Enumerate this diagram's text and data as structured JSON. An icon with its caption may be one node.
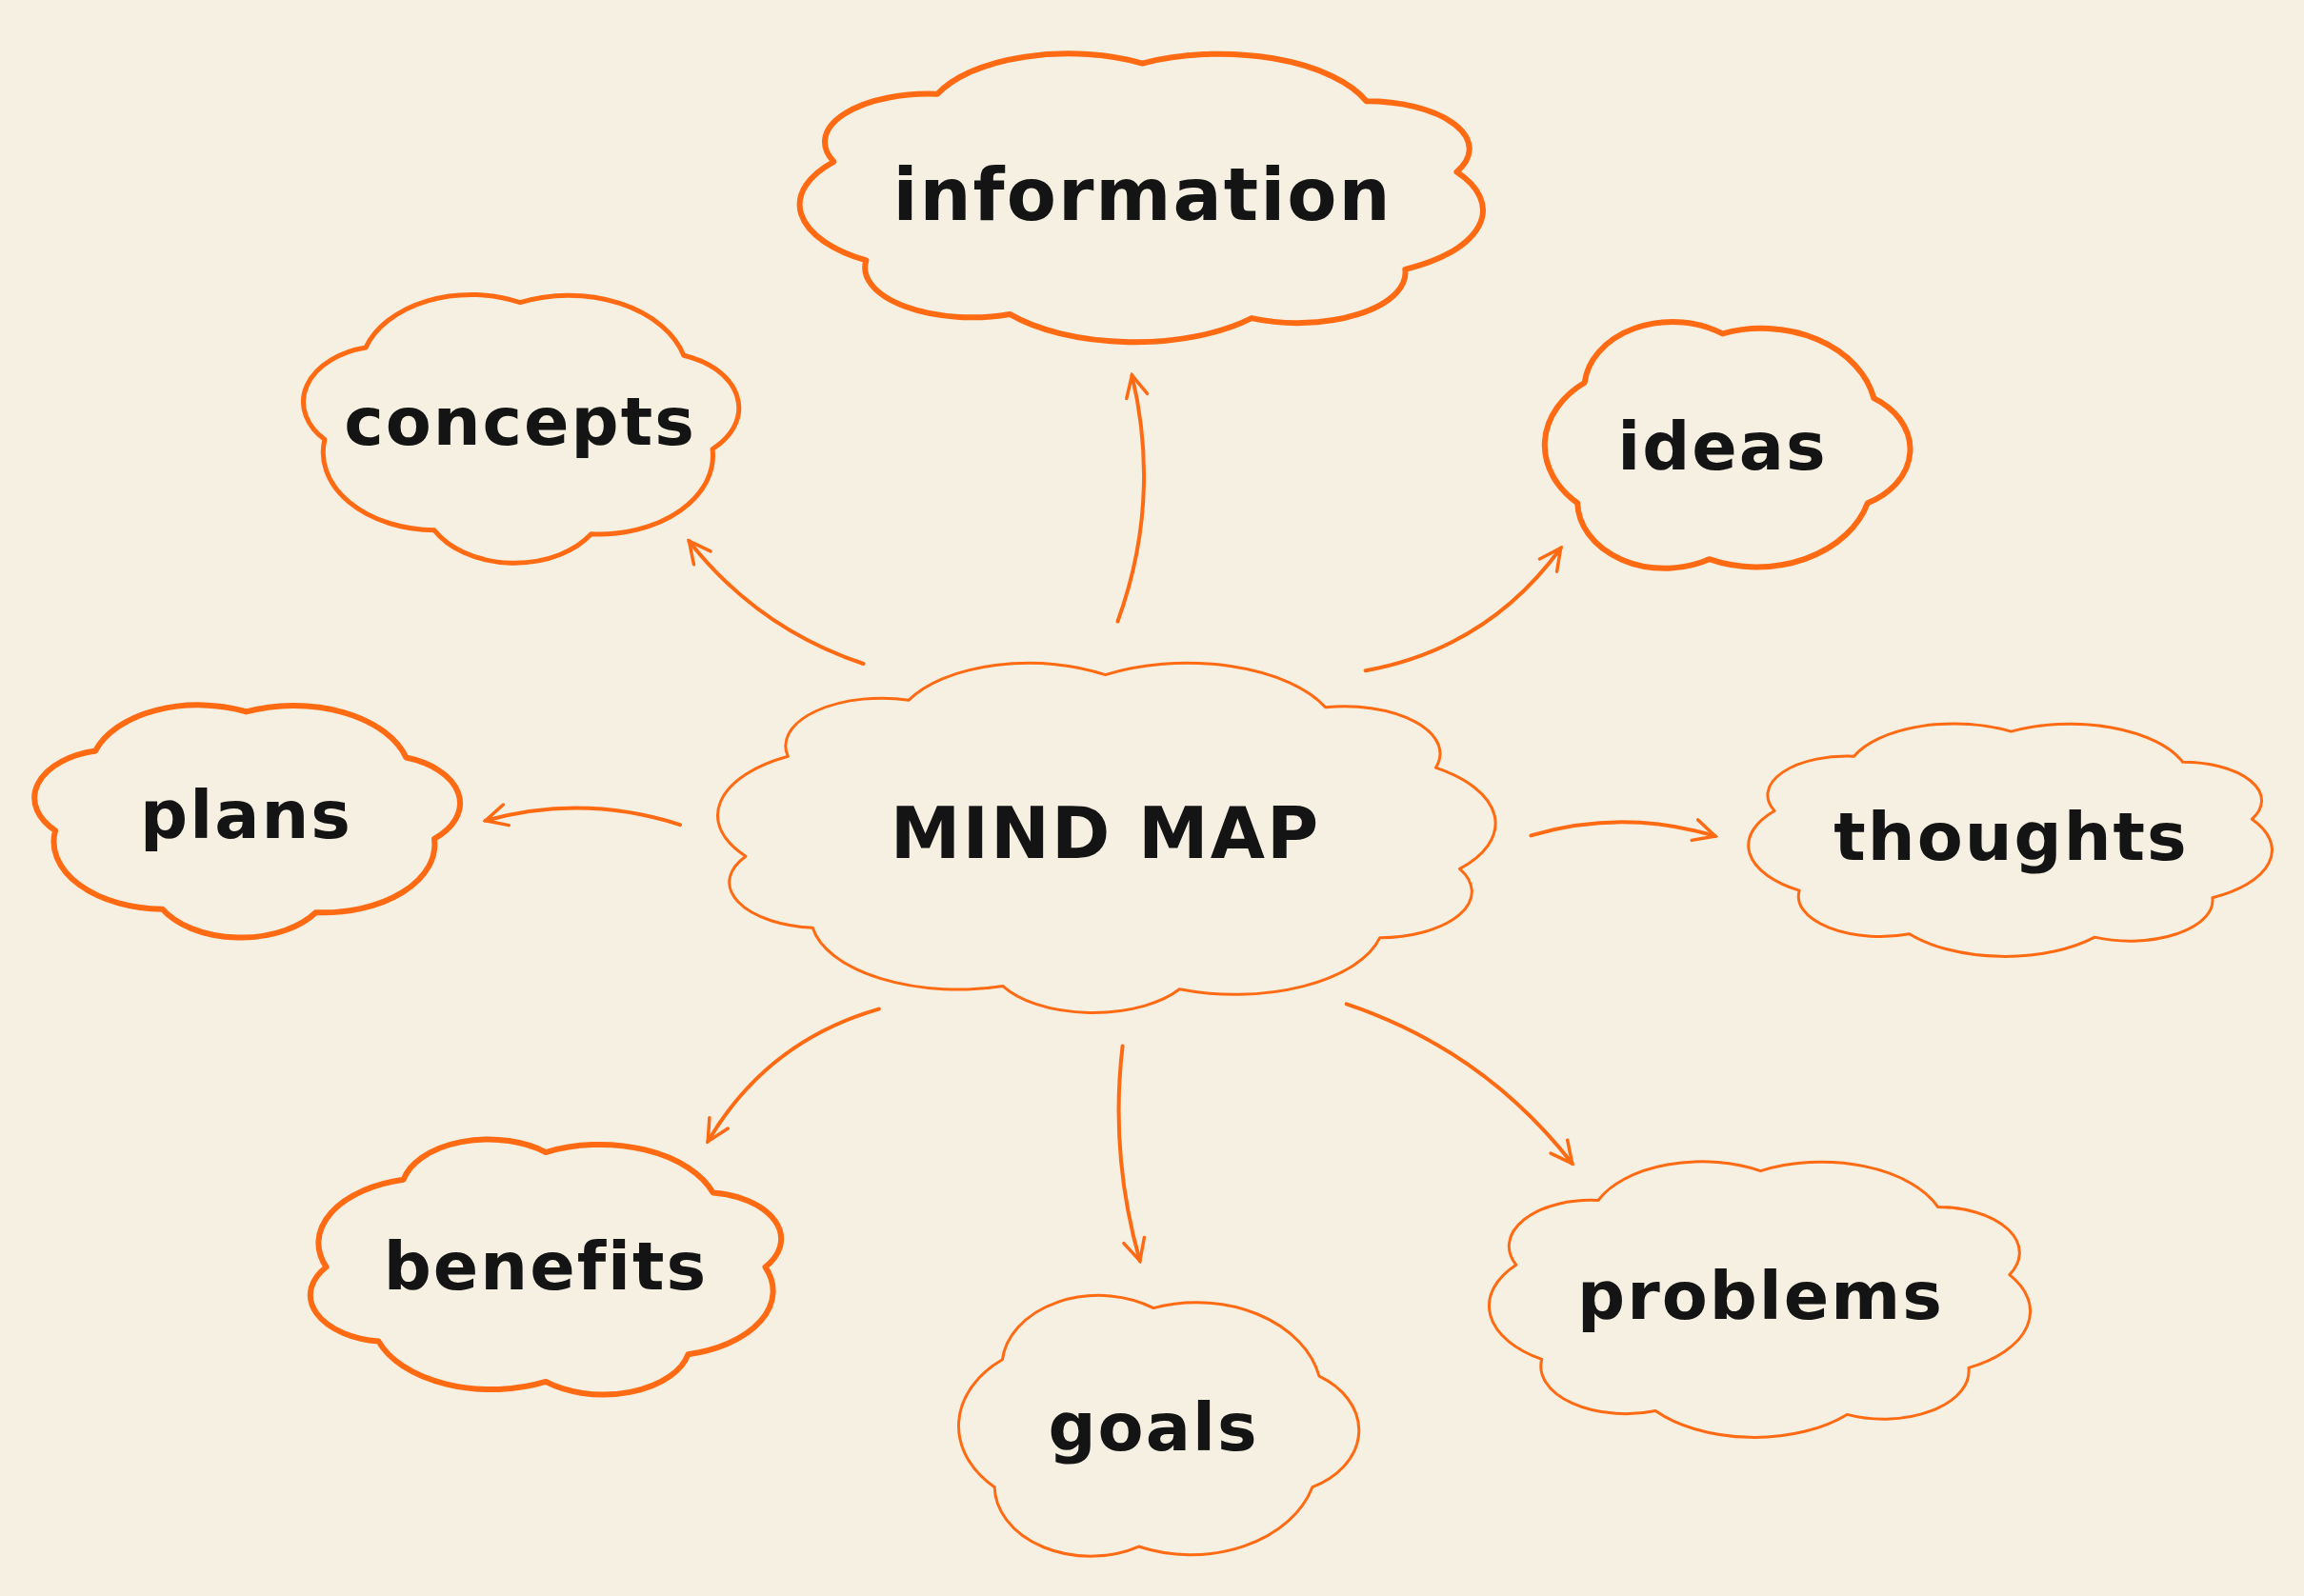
{
  "diagram": {
    "nodes": [
      {
        "text": [
          "information"
        ]
      },
      {
        "text": [
          "concepts"
        ]
      },
      {
        "text": [
          "ideas"
        ]
      },
      {
        "text": [
          "plans"
        ]
      },
      {
        "text": [
          "MIND MAP"
        ]
      },
      {
        "text": [
          "thoughts"
        ]
      },
      {
        "text": [
          "benefits"
        ]
      },
      {
        "text": [
          "goals"
        ]
      },
      {
        "text": [
          "problems"
        ]
      }
    ],
    "edges": [
      {
        "from": 4,
        "to": 0,
        "arrow": "to"
      },
      {
        "from": 4,
        "to": 1,
        "arrow": "to"
      },
      {
        "from": 4,
        "to": 2,
        "arrow": "to"
      },
      {
        "from": 4,
        "to": 3,
        "arrow": "to"
      },
      {
        "from": 4,
        "to": 5,
        "arrow": "to"
      },
      {
        "from": 4,
        "to": 6,
        "arrow": "to"
      },
      {
        "from": 4,
        "to": 7,
        "arrow": "to"
      },
      {
        "from": 4,
        "to": 8,
        "arrow": "to"
      }
    ]
  }
}
